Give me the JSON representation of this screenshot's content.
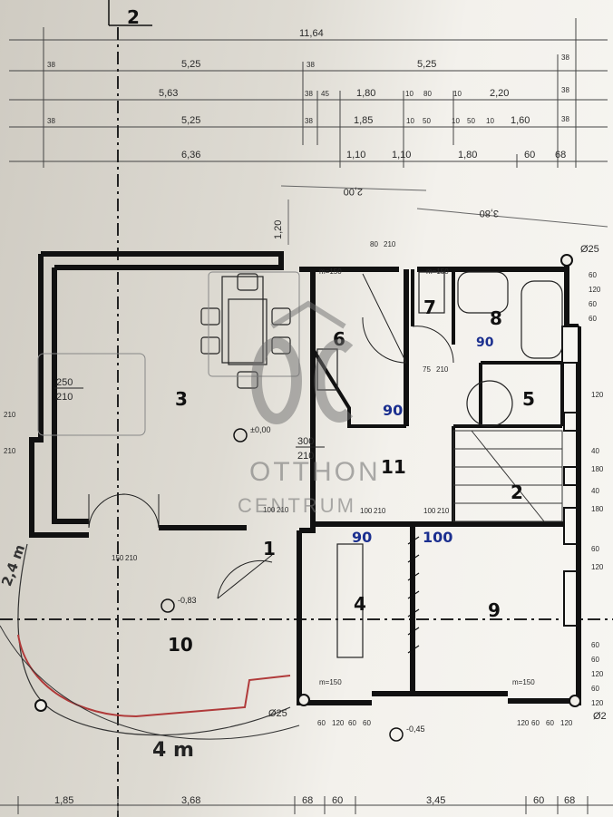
{
  "sheet_number": "2",
  "top_dimensions": {
    "row1": [
      "11,64"
    ],
    "row2": [
      "38",
      "5,25",
      "38",
      "5,25",
      "38"
    ],
    "row3": [
      "5,63",
      "38",
      "45",
      "1,80",
      "10",
      "80",
      "10",
      "2,20",
      "38"
    ],
    "row4": [
      "38",
      "5,25",
      "38",
      "1,85",
      "10",
      "50",
      "10",
      "50",
      "10",
      "1,60",
      "38"
    ],
    "row5": [
      "6,36",
      "1,10",
      "1,10",
      "1,80",
      "60",
      "68"
    ]
  },
  "sketch_dimensions": {
    "left": "2,00",
    "right": "3,80",
    "side": "1,20"
  },
  "rooms": [
    "1",
    "2",
    "3",
    "4",
    "5",
    "6",
    "7",
    "8",
    "9",
    "10",
    "11"
  ],
  "openings": {
    "window_3": [
      "250",
      "210"
    ],
    "door_3_6": [
      "300",
      "210"
    ],
    "door_1a": [
      "100",
      "210"
    ],
    "door_1b": [
      "150",
      "210"
    ],
    "door_4": [
      "100",
      "210"
    ],
    "door_9": [
      "100",
      "210"
    ],
    "door_6": [
      "80",
      "210"
    ],
    "door_7_8": [
      "75",
      "210"
    ],
    "left_side": [
      "210",
      "210"
    ],
    "bottom": [
      "60",
      "120",
      "60",
      "60",
      "120",
      "60",
      "60",
      "120"
    ],
    "sill_notes": [
      "m=150",
      "m=150",
      "m=150",
      "m=150"
    ]
  },
  "right_dimensions": [
    "60",
    "120",
    "60",
    "60",
    "120",
    "40",
    "180",
    "40",
    "180",
    "60",
    "120",
    "60",
    "60",
    "120",
    "60",
    "120"
  ],
  "levels": [
    "±0,00",
    "-0,83",
    "-0,45"
  ],
  "pipes": [
    "Ø25",
    "Ø25",
    "Ø2"
  ],
  "handwriting": {
    "bottom_note": "4 m",
    "corner_note": "2,4 m",
    "door_6": "90",
    "door_4": "90",
    "door_9": "100",
    "room_8": "90"
  },
  "bottom_dimensions": [
    "1,85",
    "3,68",
    "68",
    "60",
    "3,45",
    "60",
    "68"
  ],
  "watermark": {
    "line1": "OTTHON",
    "line2": "CENTRUM"
  },
  "colors": {
    "paper": "#f3f1ec",
    "ink": "#111111",
    "pen_blue": "#1b2f8f",
    "red_line": "#b03a3a"
  }
}
